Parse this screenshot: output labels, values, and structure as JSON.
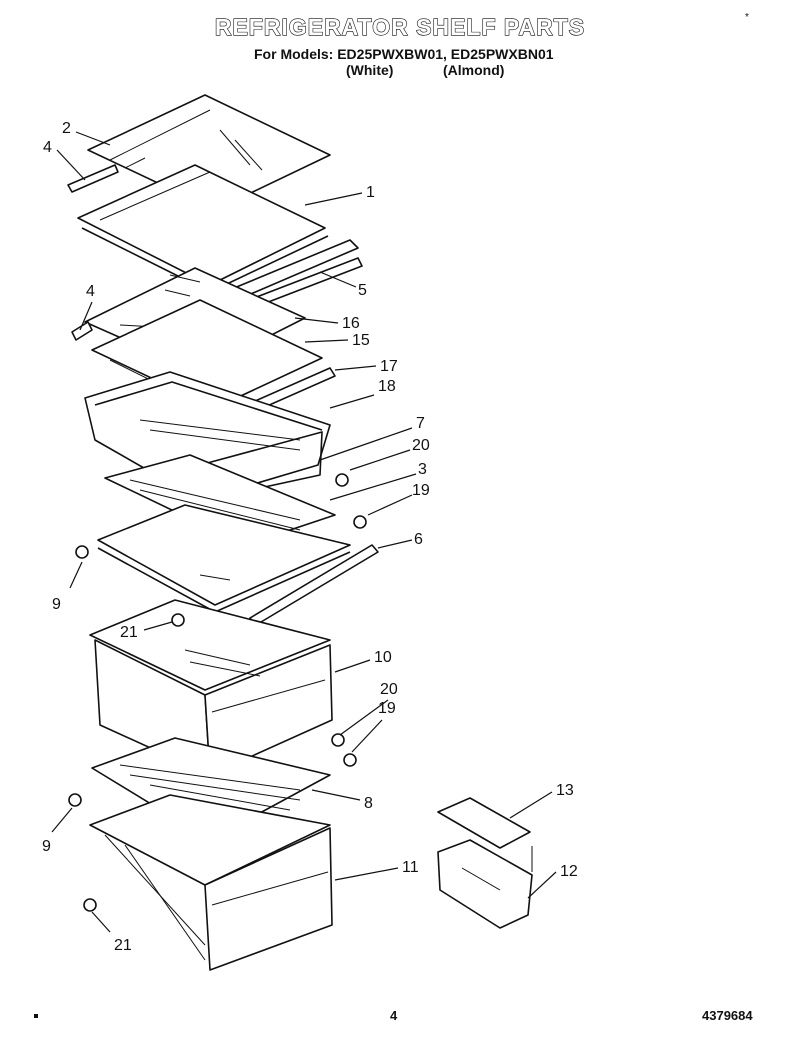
{
  "header": {
    "title": "REFRIGERATOR SHELF PARTS",
    "models_line": "For Models: ED25PWXBW01, ED25PWXBN01",
    "variant_white": "(White)",
    "variant_almond": "(Almond)"
  },
  "footer": {
    "page_number": "4",
    "doc_number": "4379684"
  },
  "marks": {
    "corner_star": "*"
  },
  "callouts": {
    "c2": "2",
    "c4a": "4",
    "c1": "1",
    "c5": "5",
    "c4b": "4",
    "c16": "16",
    "c15": "15",
    "c17": "17",
    "c18": "18",
    "c7": "7",
    "c20a": "20",
    "c3": "3",
    "c19a": "19",
    "c6": "6",
    "c9a": "9",
    "c21a": "21",
    "c10": "10",
    "c20b": "20",
    "c19b": "19",
    "c8": "8",
    "c13": "13",
    "c9b": "9",
    "c12": "12",
    "c11": "11",
    "c21b": "21"
  }
}
